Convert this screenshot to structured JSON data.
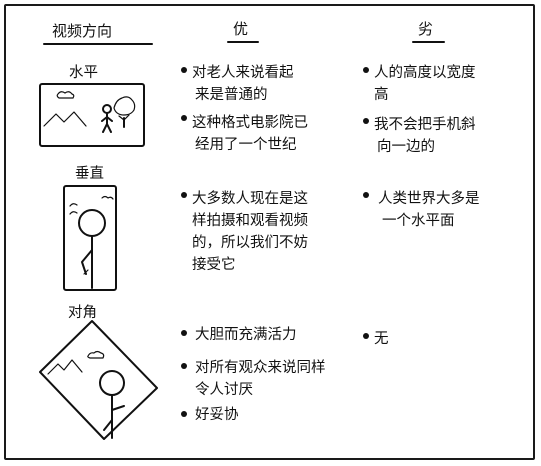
{
  "headers": {
    "orientation": "视频方向",
    "pros": "优",
    "cons": "劣"
  },
  "rows": [
    {
      "label": "水平",
      "pros": [
        [
          "对老人来说看起",
          "来是普通的"
        ],
        [
          "这种格式电影院已",
          "经用了一个世纪"
        ]
      ],
      "cons": [
        [
          "人的高度以宽度",
          "高"
        ],
        [
          "我不会把手机斜",
          "向一边的"
        ]
      ]
    },
    {
      "label": "垂直",
      "pros": [
        [
          "大多数人现在是这",
          "样拍摄和观看视频",
          "的，所以我们不妨",
          "接受它"
        ]
      ],
      "cons": [
        [
          "人类世界大多是",
          "一个水平面"
        ]
      ]
    },
    {
      "label": "对角",
      "pros": [
        [
          "大胆而充满活力"
        ],
        [
          "对所有观众来说同样",
          "令人讨厌"
        ],
        [
          "好妥协"
        ]
      ],
      "cons": [
        [
          "无"
        ]
      ]
    }
  ]
}
